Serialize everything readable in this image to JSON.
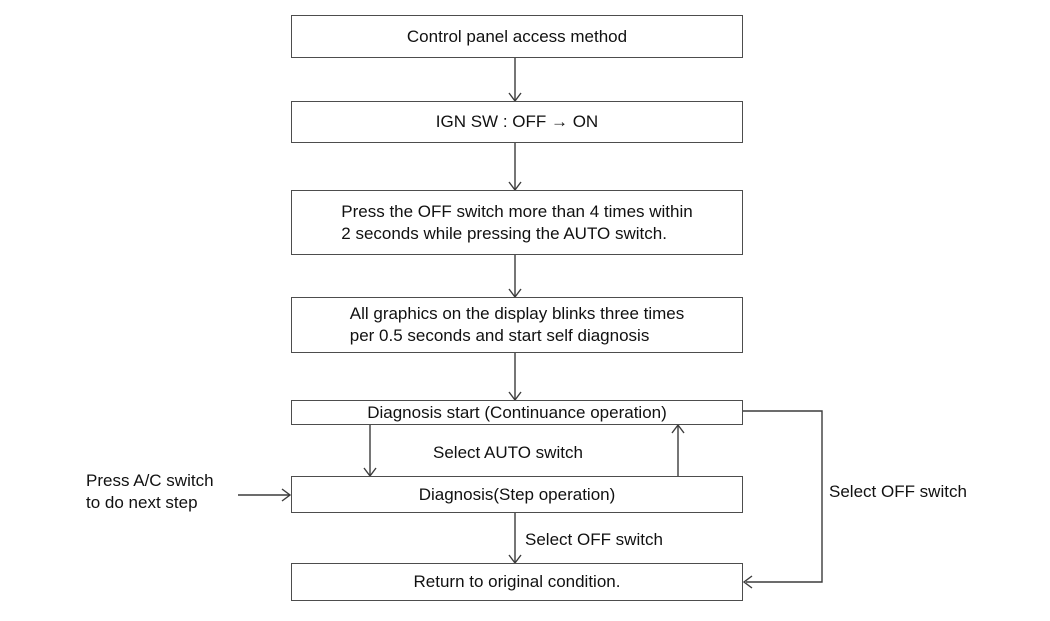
{
  "flowchart": {
    "title": "Control panel access method",
    "boxes": [
      {
        "id": "control-panel-access-method",
        "text": "Control panel access method"
      },
      {
        "id": "ign-sw-off-on",
        "text": "IGN SW : OFF → ON"
      },
      {
        "id": "press-off-switch",
        "text": "Press the OFF switch more than 4 times within\n2 seconds while pressing the AUTO switch."
      },
      {
        "id": "graphics-blink",
        "text": "All graphics on the display blinks three times\nper 0.5 seconds and start self diagnosis"
      },
      {
        "id": "diagnosis-start-continuance",
        "text": "Diagnosis start (Continuance operation)"
      },
      {
        "id": "diagnosis-step-operation",
        "text": "Diagnosis(Step operation)"
      },
      {
        "id": "return-to-original-condition",
        "text": "Return to original condition."
      }
    ],
    "labels": {
      "select_auto": "Select AUTO switch",
      "select_off_bottom": "Select OFF switch",
      "select_off_right": "Select OFF switch",
      "press_ac": "Press A/C switch\nto do next step"
    },
    "colors": {
      "background": "#ffffff",
      "box_border": "#4d4d4d",
      "connector_line": "#3c3c3c",
      "text": "#111111"
    }
  }
}
